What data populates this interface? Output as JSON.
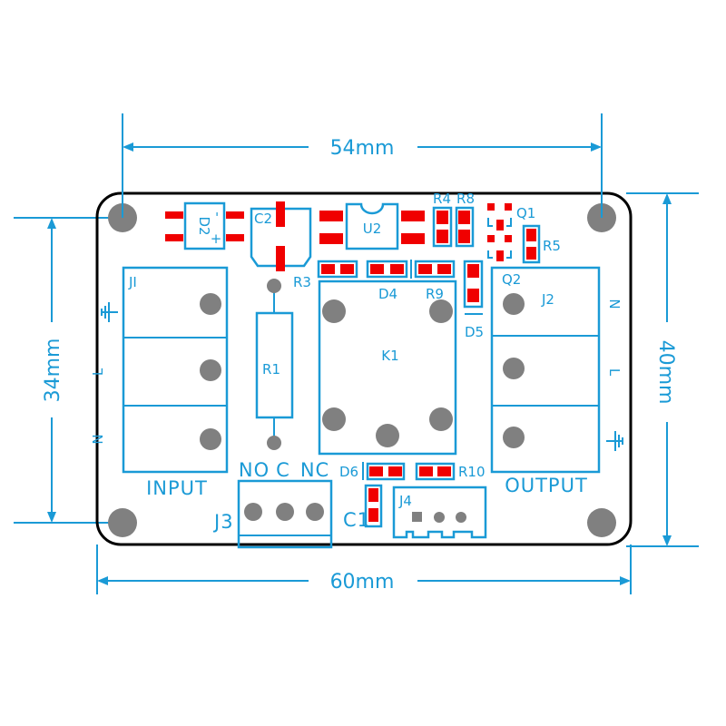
{
  "dimensions": {
    "top_width": "54mm",
    "bottom_width": "60mm",
    "left_height": "34mm",
    "right_height": "40mm"
  },
  "components": {
    "d2": "D2",
    "d2_minus": "-",
    "d2_plus": "+",
    "c2": "C2",
    "u2": "U2",
    "r4": "R4",
    "r8": "R8",
    "q1": "Q1",
    "r5": "R5",
    "r3": "R3",
    "d4": "D4",
    "r9": "R9",
    "d5": "D5",
    "q2": "Q2",
    "j1": "JI",
    "j2": "J2",
    "k1": "K1",
    "r1": "R1",
    "d6": "D6",
    "r10": "R10",
    "c1": "C1",
    "j3": "J3",
    "j4": "J4"
  },
  "input": {
    "label": "INPUT",
    "pins": [
      "L",
      "N"
    ]
  },
  "output": {
    "label": "OUTPUT",
    "pins": [
      "N",
      "L"
    ]
  },
  "relay_terminals": [
    "NO",
    "C",
    "NC"
  ],
  "colors": {
    "silkscreen": "#1a9ad6",
    "pads": "#f00000",
    "holes": "#808080",
    "outline": "#000000"
  }
}
